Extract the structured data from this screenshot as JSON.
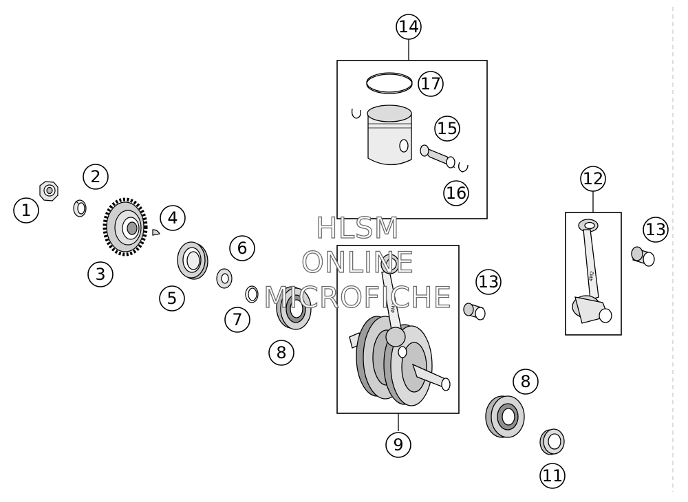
{
  "watermark": {
    "line1": "HLSM",
    "line2": "ONLINE",
    "line3": "MICROFICHE"
  },
  "callouts": {
    "c1": "1",
    "c2": "2",
    "c3": "3",
    "c4": "4",
    "c5": "5",
    "c6": "6",
    "c7": "7",
    "c8a": "8",
    "c8b": "8",
    "c9": "9",
    "c11": "11",
    "c12": "12",
    "c13a": "13",
    "c13b": "13",
    "c14": "14",
    "c15": "15",
    "c16": "16",
    "c17": "17"
  },
  "conrod_marking": "4M2"
}
